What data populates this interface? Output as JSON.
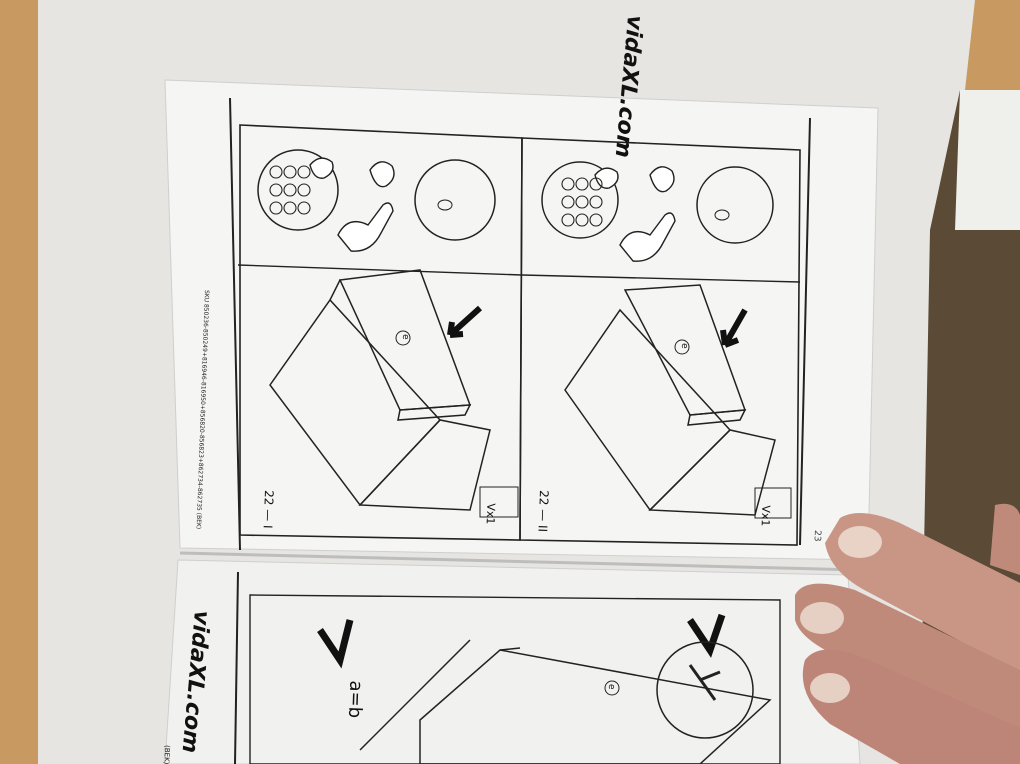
{
  "brand_logo": "vidaXL.com",
  "page_top": {
    "article_numbers": "SKU 850236-850249+816946-816950+856820-856823+862734-862735 (BEK)",
    "page_number": "23",
    "step_one": {
      "label": "22 — I",
      "part_letter": "e",
      "hardware_qty": "Vx1"
    },
    "step_two": {
      "label": "22 — II",
      "part_letter": "e",
      "hardware_qty": "Vx1"
    }
  },
  "page_bottom": {
    "article_numbers_fragment": "(BEK)",
    "equation": "a=b",
    "part_letter": "e"
  },
  "colors": {
    "table_wood": "#c89a62",
    "paper": "#f3f3f2",
    "ink": "#222222",
    "skin": "#c99686"
  }
}
